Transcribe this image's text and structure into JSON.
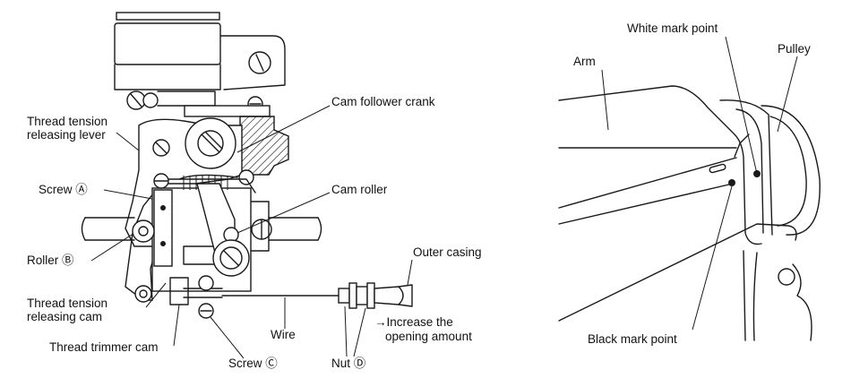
{
  "left_figure": {
    "labels": {
      "cam_follower_crank": "Cam follower crank",
      "thread_tension_releasing_lever_1": "Thread tension",
      "thread_tension_releasing_lever_2": "releasing lever",
      "screw_a": "Screw Ⓐ",
      "cam_roller": "Cam roller",
      "roller_b": "Roller Ⓑ",
      "outer_casing": "Outer casing",
      "thread_tension_releasing_cam_1": "Thread tension",
      "thread_tension_releasing_cam_2": "releasing cam",
      "increase_1": "→Increase the",
      "increase_2": "opening amount",
      "thread_trimmer_cam": "Thread trimmer cam",
      "wire": "Wire",
      "screw_c": "Screw Ⓒ",
      "nut_d": "Nut Ⓓ"
    }
  },
  "right_figure": {
    "labels": {
      "white_mark_point": "White mark point",
      "arm": "Arm",
      "pulley": "Pulley",
      "black_mark_point": "Black mark point"
    }
  }
}
